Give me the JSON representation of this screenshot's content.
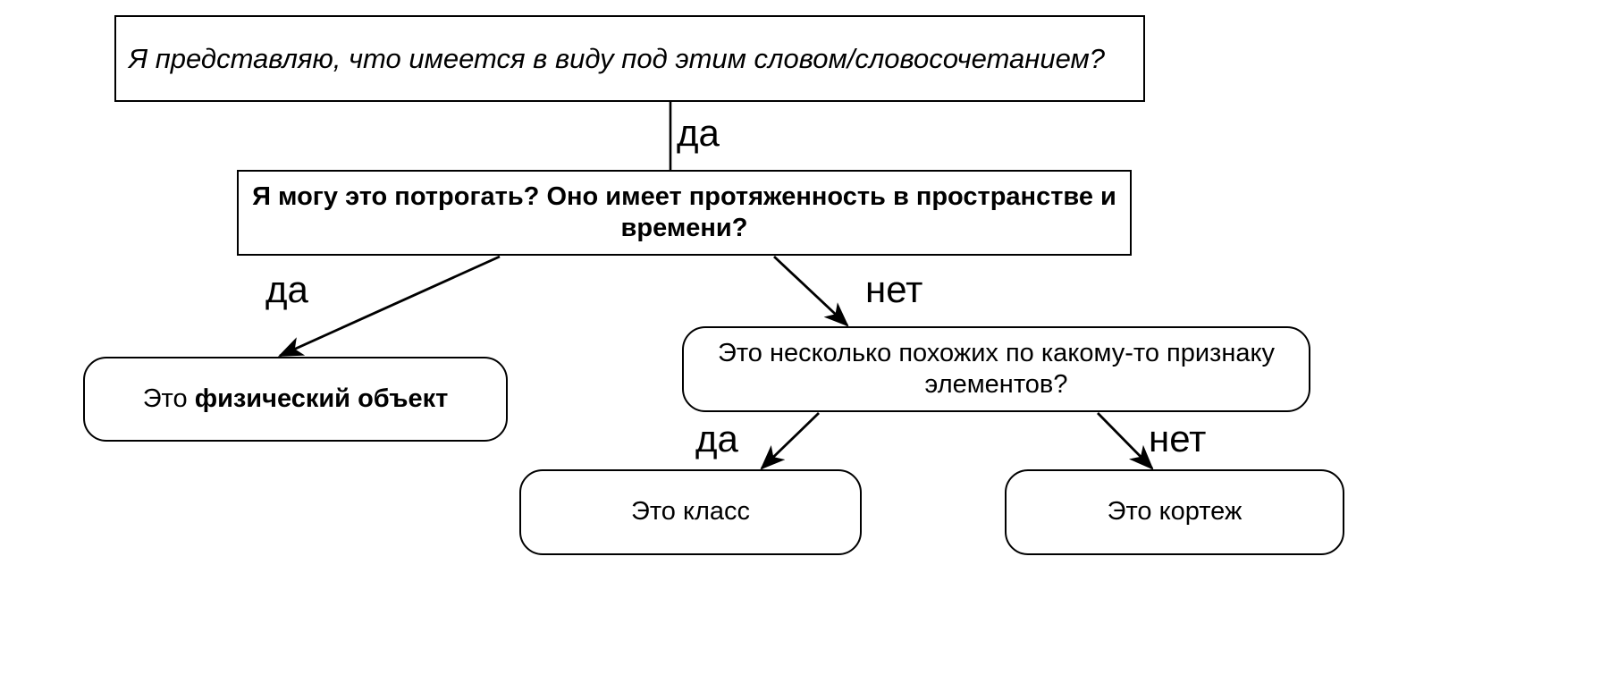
{
  "diagram": {
    "type": "flowchart",
    "language": "ru",
    "title": "",
    "background_color": "#ffffff",
    "line_color": "#000000",
    "nodes": [
      {
        "id": "root",
        "shape": "rectangle",
        "style": "italic",
        "text": "Я представляю, что имеется в виду под этим словом/словосочетанием?"
      },
      {
        "id": "touch",
        "shape": "rectangle",
        "style": "bold",
        "text": "Я могу это потрогать? Оно имеет протяженность в пространстве и времени?"
      },
      {
        "id": "physical",
        "shape": "rounded-rectangle",
        "style": "mixed",
        "text_prefix": "Это ",
        "text_bold": "физический объект",
        "text": "Это физический объект"
      },
      {
        "id": "several",
        "shape": "rounded-rectangle",
        "style": "regular",
        "text": "Это несколько похожих по какому-то признаку элементов?"
      },
      {
        "id": "class",
        "shape": "rounded-rectangle",
        "style": "regular",
        "text": "Это класс"
      },
      {
        "id": "tuple",
        "shape": "rounded-rectangle",
        "style": "regular",
        "text": "Это кортеж"
      }
    ],
    "edges": [
      {
        "id": "root-to-touch",
        "from": "root",
        "to": "touch",
        "label": "да",
        "arrowhead": false
      },
      {
        "id": "touch-to-physical",
        "from": "touch",
        "to": "physical",
        "label": "да",
        "arrowhead": true
      },
      {
        "id": "touch-to-several",
        "from": "touch",
        "to": "several",
        "label": "нет",
        "arrowhead": true
      },
      {
        "id": "several-to-class",
        "from": "several",
        "to": "class",
        "label": "да",
        "arrowhead": true
      },
      {
        "id": "several-to-tuple",
        "from": "several",
        "to": "tuple",
        "label": "нет",
        "arrowhead": true
      }
    ]
  }
}
